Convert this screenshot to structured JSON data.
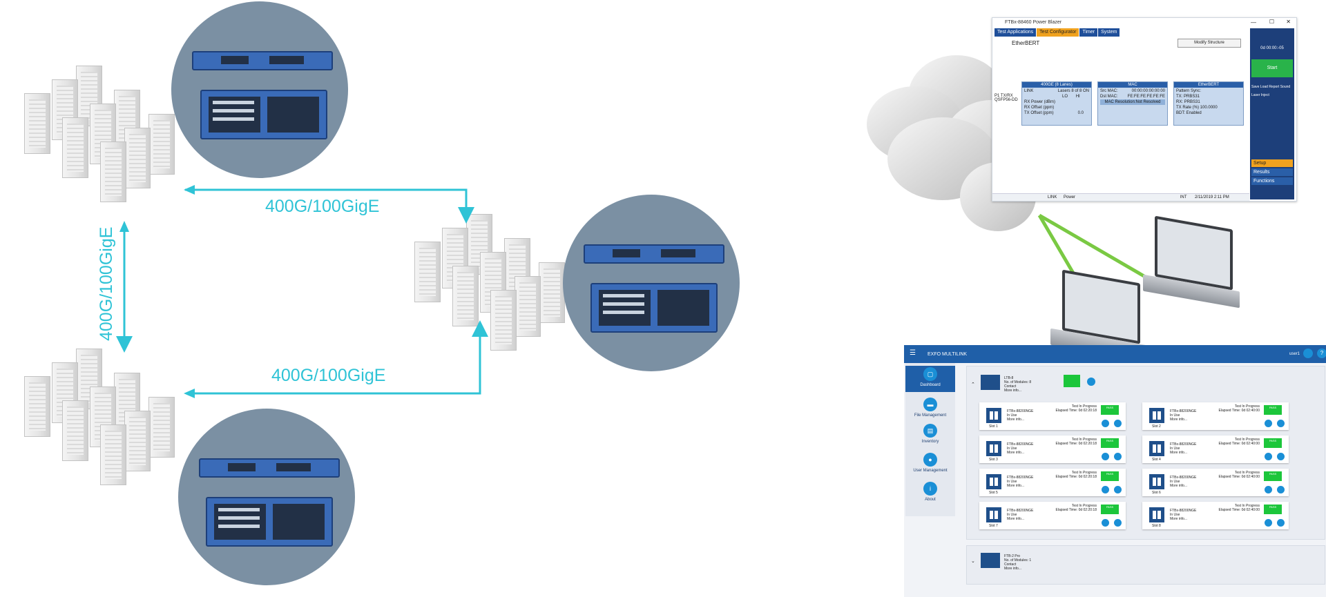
{
  "diagram": {
    "links": [
      {
        "label": "400G/100GigE"
      },
      {
        "label": "400G/100GigE"
      },
      {
        "label": "400G/100GigE"
      }
    ],
    "colors": {
      "link": "#2fc3d6",
      "circle": "#7b90a3",
      "green_link": "#7ac943",
      "device_blue": "#3a6bb8"
    }
  },
  "app_window": {
    "title": "FTBx-88460 Power Blazer",
    "tabs": [
      "Test Applications",
      "Test Configurator",
      "Timer",
      "System"
    ],
    "active_tab": "Test Configurator",
    "test_name": "EtherBERT",
    "modify_button": "Modify Structure",
    "port": {
      "name": "P1",
      "mode": "TX/RX",
      "module": "QSFP56-DD"
    },
    "boxes": {
      "physical": {
        "header": "400GE (8 Lanes)",
        "rows": [
          "LINK",
          "Lasers 8 of 8 ON",
          "LO",
          "HI",
          "RX Power (dBm)",
          "RX Offset (ppm)",
          "TX Offset (ppm)",
          "0.0"
        ]
      },
      "mac": {
        "header": "MAC",
        "rows": [
          "Src MAC:",
          "00:00:00:00:00:00",
          "Dst MAC:",
          "FE:FE:FE:FE:FE:FE",
          "MAC Resolution:Not Resolved"
        ]
      },
      "ether": {
        "header": "EtherBERT",
        "rows": [
          "Pattern Sync:",
          "TX: PRBS31",
          "RX: PRBS31",
          "TX Rate (%) 100.0000",
          "BDT: Enabled"
        ]
      }
    },
    "side": {
      "timer": "0d 00:00:-05",
      "start": "Start",
      "icons": [
        "Save Load",
        "Report",
        "Sound",
        "Laser",
        "Inject"
      ],
      "menu": [
        "Setup",
        "Results",
        "Functions"
      ]
    },
    "status": {
      "link": "LINK",
      "power": "Power",
      "int": "INT",
      "datetime": "2/11/2019 2:11 PM"
    }
  },
  "multilink": {
    "brand": "EXFO MULTILINK",
    "user": "user1",
    "nav": [
      {
        "label": "Dashboard",
        "icon": "dashboard-icon"
      },
      {
        "label": "File Management",
        "icon": "folder-icon"
      },
      {
        "label": "Inventory",
        "icon": "inventory-icon"
      },
      {
        "label": "User Management",
        "icon": "users-icon"
      },
      {
        "label": "About",
        "icon": "info-icon"
      }
    ],
    "unit1": {
      "name": "LTB-8",
      "modules": "No. of Modules: 8",
      "contact": "Contact",
      "more": "More info..."
    },
    "cards": [
      {
        "model": "FTBx-88200NGE",
        "slot": "Slot 1",
        "status": "Test In Progress",
        "elapsed_label": "Elapsed Time:",
        "elapsed": "0d 02:20:18",
        "pass": "PASS",
        "in_use": "In Use",
        "more": "More info..."
      },
      {
        "model": "FTBx-88200NGE",
        "slot": "Slot 2",
        "status": "Test In Progress",
        "elapsed_label": "Elapsed Time:",
        "elapsed": "0d 02:40:00",
        "pass": "PASS",
        "in_use": "In Use",
        "more": "More info..."
      },
      {
        "model": "FTBx-88200NGE",
        "slot": "Slot 3",
        "status": "Test In Progress",
        "elapsed_label": "Elapsed Time:",
        "elapsed": "0d 02:20:18",
        "pass": "PASS",
        "in_use": "In Use",
        "more": "More info..."
      },
      {
        "model": "FTBx-88200NGE",
        "slot": "Slot 4",
        "status": "Test In Progress",
        "elapsed_label": "Elapsed Time:",
        "elapsed": "0d 02:40:00",
        "pass": "PASS",
        "in_use": "In Use",
        "more": "More info..."
      },
      {
        "model": "FTBx-88200NGE",
        "slot": "Slot 5",
        "status": "Test In Progress",
        "elapsed_label": "Elapsed Time:",
        "elapsed": "0d 02:20:18",
        "pass": "PASS",
        "in_use": "In Use",
        "more": "More info..."
      },
      {
        "model": "FTBx-88200NGE",
        "slot": "Slot 6",
        "status": "Test In Progress",
        "elapsed_label": "Elapsed Time:",
        "elapsed": "0d 02:40:00",
        "pass": "PASS",
        "in_use": "In Use",
        "more": "More info..."
      },
      {
        "model": "FTBx-88200NGE",
        "slot": "Slot 7",
        "status": "Test In Progress",
        "elapsed_label": "Elapsed Time:",
        "elapsed": "0d 02:20:18",
        "pass": "PASS",
        "in_use": "In Use",
        "more": "More info..."
      },
      {
        "model": "FTBx-88200NGE",
        "slot": "Slot 8",
        "status": "Test In Progress",
        "elapsed_label": "Elapsed Time:",
        "elapsed": "0d 02:40:00",
        "pass": "PASS",
        "in_use": "In Use",
        "more": "More info..."
      }
    ],
    "unit2": {
      "name": "FTB-2 Pro",
      "modules": "No. of Modules: 1",
      "contact": "Contact",
      "more": "More info..."
    }
  }
}
